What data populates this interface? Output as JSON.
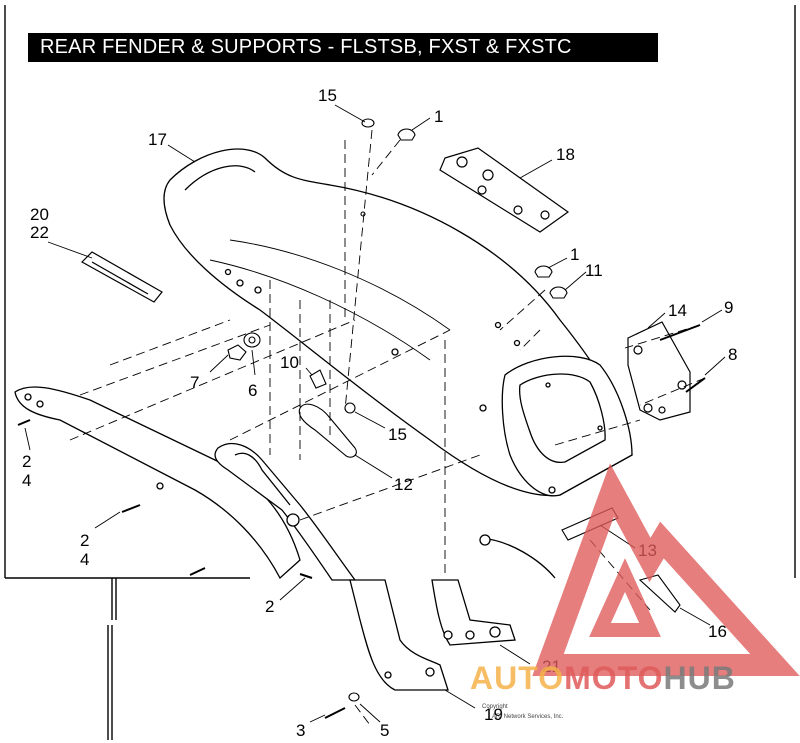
{
  "title": "REAR FENDER & SUPPORTS - FLSTSB, FXST & FXSTC",
  "callouts": {
    "c15a": "15",
    "c1a": "1",
    "c17": "17",
    "c18": "18",
    "c20": "20",
    "c22": "22",
    "c1b": "1",
    "c11": "11",
    "c14": "14",
    "c9": "9",
    "c8": "8",
    "c10": "10",
    "c7": "7",
    "c6": "6",
    "c15b": "15",
    "c12": "12",
    "c2a": "2",
    "c4a": "4",
    "c2b": "2",
    "c4b": "4",
    "c13": "13",
    "c16": "16",
    "c2c": "2",
    "c21": "21",
    "c19": "19",
    "c3": "3",
    "c5": "5"
  },
  "copyright_line1": "Copyright",
  "copyright_line2": "ARI Network Services, Inc.",
  "watermark": {
    "auto": "AUTO",
    "moto": "MOTO",
    "hub": "HUB",
    "color_red": "#e05a5a",
    "color_orange": "#f5b24a",
    "color_gray": "#7a7a7a"
  }
}
